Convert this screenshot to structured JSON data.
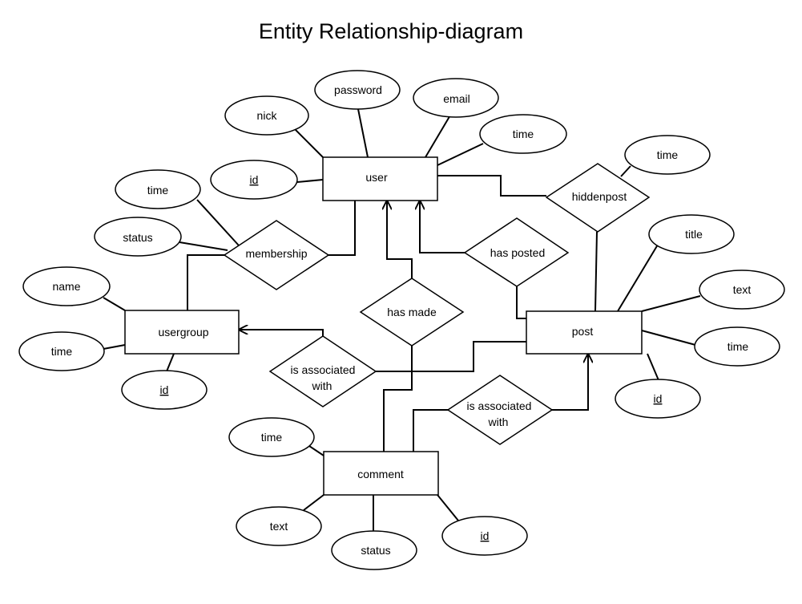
{
  "title": "Entity Relationship-diagram",
  "entities": {
    "user": "user",
    "usergroup": "usergroup",
    "post": "post",
    "comment": "comment"
  },
  "relationships": {
    "membership": "membership",
    "hiddenpost": "hiddenpost",
    "has_posted": "has posted",
    "has_made": "has made",
    "assoc_usergroup": [
      "is associated",
      "with"
    ],
    "assoc_post": [
      "is associated",
      "with"
    ]
  },
  "attributes": {
    "user": {
      "id": "id",
      "nick": "nick",
      "password": "password",
      "email": "email",
      "time": "time"
    },
    "hiddenpost": {
      "time": "time"
    },
    "membership": {
      "time": "time",
      "status": "status"
    },
    "usergroup": {
      "name": "name",
      "time": "time",
      "id": "id"
    },
    "post": {
      "title": "title",
      "text": "text",
      "time": "time",
      "id": "id"
    },
    "comment": {
      "time": "time",
      "text": "text",
      "status": "status",
      "id": "id"
    }
  }
}
